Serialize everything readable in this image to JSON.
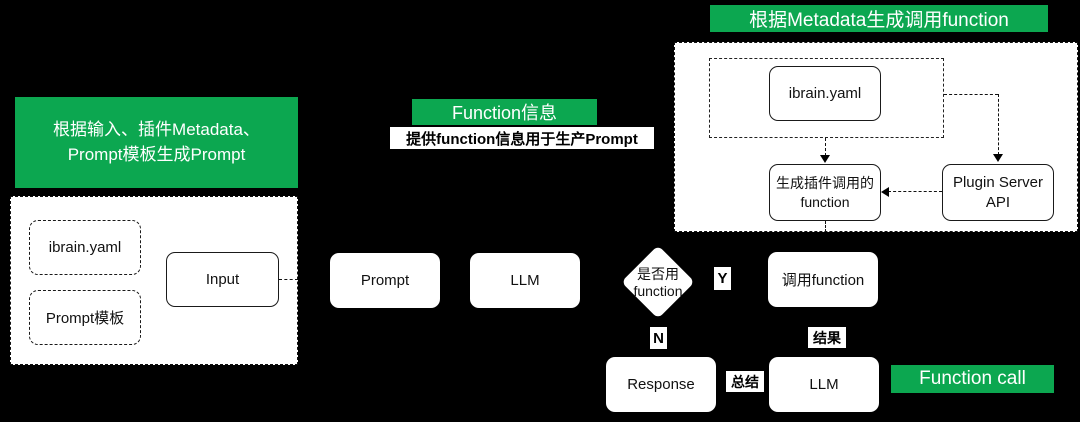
{
  "colors": {
    "background": "#000000",
    "accent_green": "#0ca750",
    "box_fill": "#ffffff",
    "text_dark": "#111111",
    "text_light": "#ffffff"
  },
  "banners": {
    "top_right": "根据Metadata生成调用function",
    "function_info": "Function信息",
    "function_call": "Function call"
  },
  "left_green_box": {
    "line1": "根据输入、插件Metadata、",
    "line2": "Prompt模板生成Prompt"
  },
  "captions": {
    "function_info_caption": "提供function信息用于生产Prompt"
  },
  "left_container": {
    "ibrain_yaml": "ibrain.yaml",
    "prompt_template": "Prompt模板",
    "input": "Input"
  },
  "flow": {
    "prompt": "Prompt",
    "llm": "LLM",
    "decision_line1": "是否用",
    "decision_line2": "function",
    "label_y": "Y",
    "label_n": "N",
    "call_function": "调用function",
    "label_result": "结果",
    "response": "Response",
    "label_summary": "总结",
    "llm_bottom": "LLM"
  },
  "top_right_container": {
    "ibrain_yaml": "ibrain.yaml",
    "gen_function_line1": "生成插件调用的",
    "gen_function_line2": "function",
    "plugin_server_line1": "Plugin Server",
    "plugin_server_line2": "API"
  }
}
